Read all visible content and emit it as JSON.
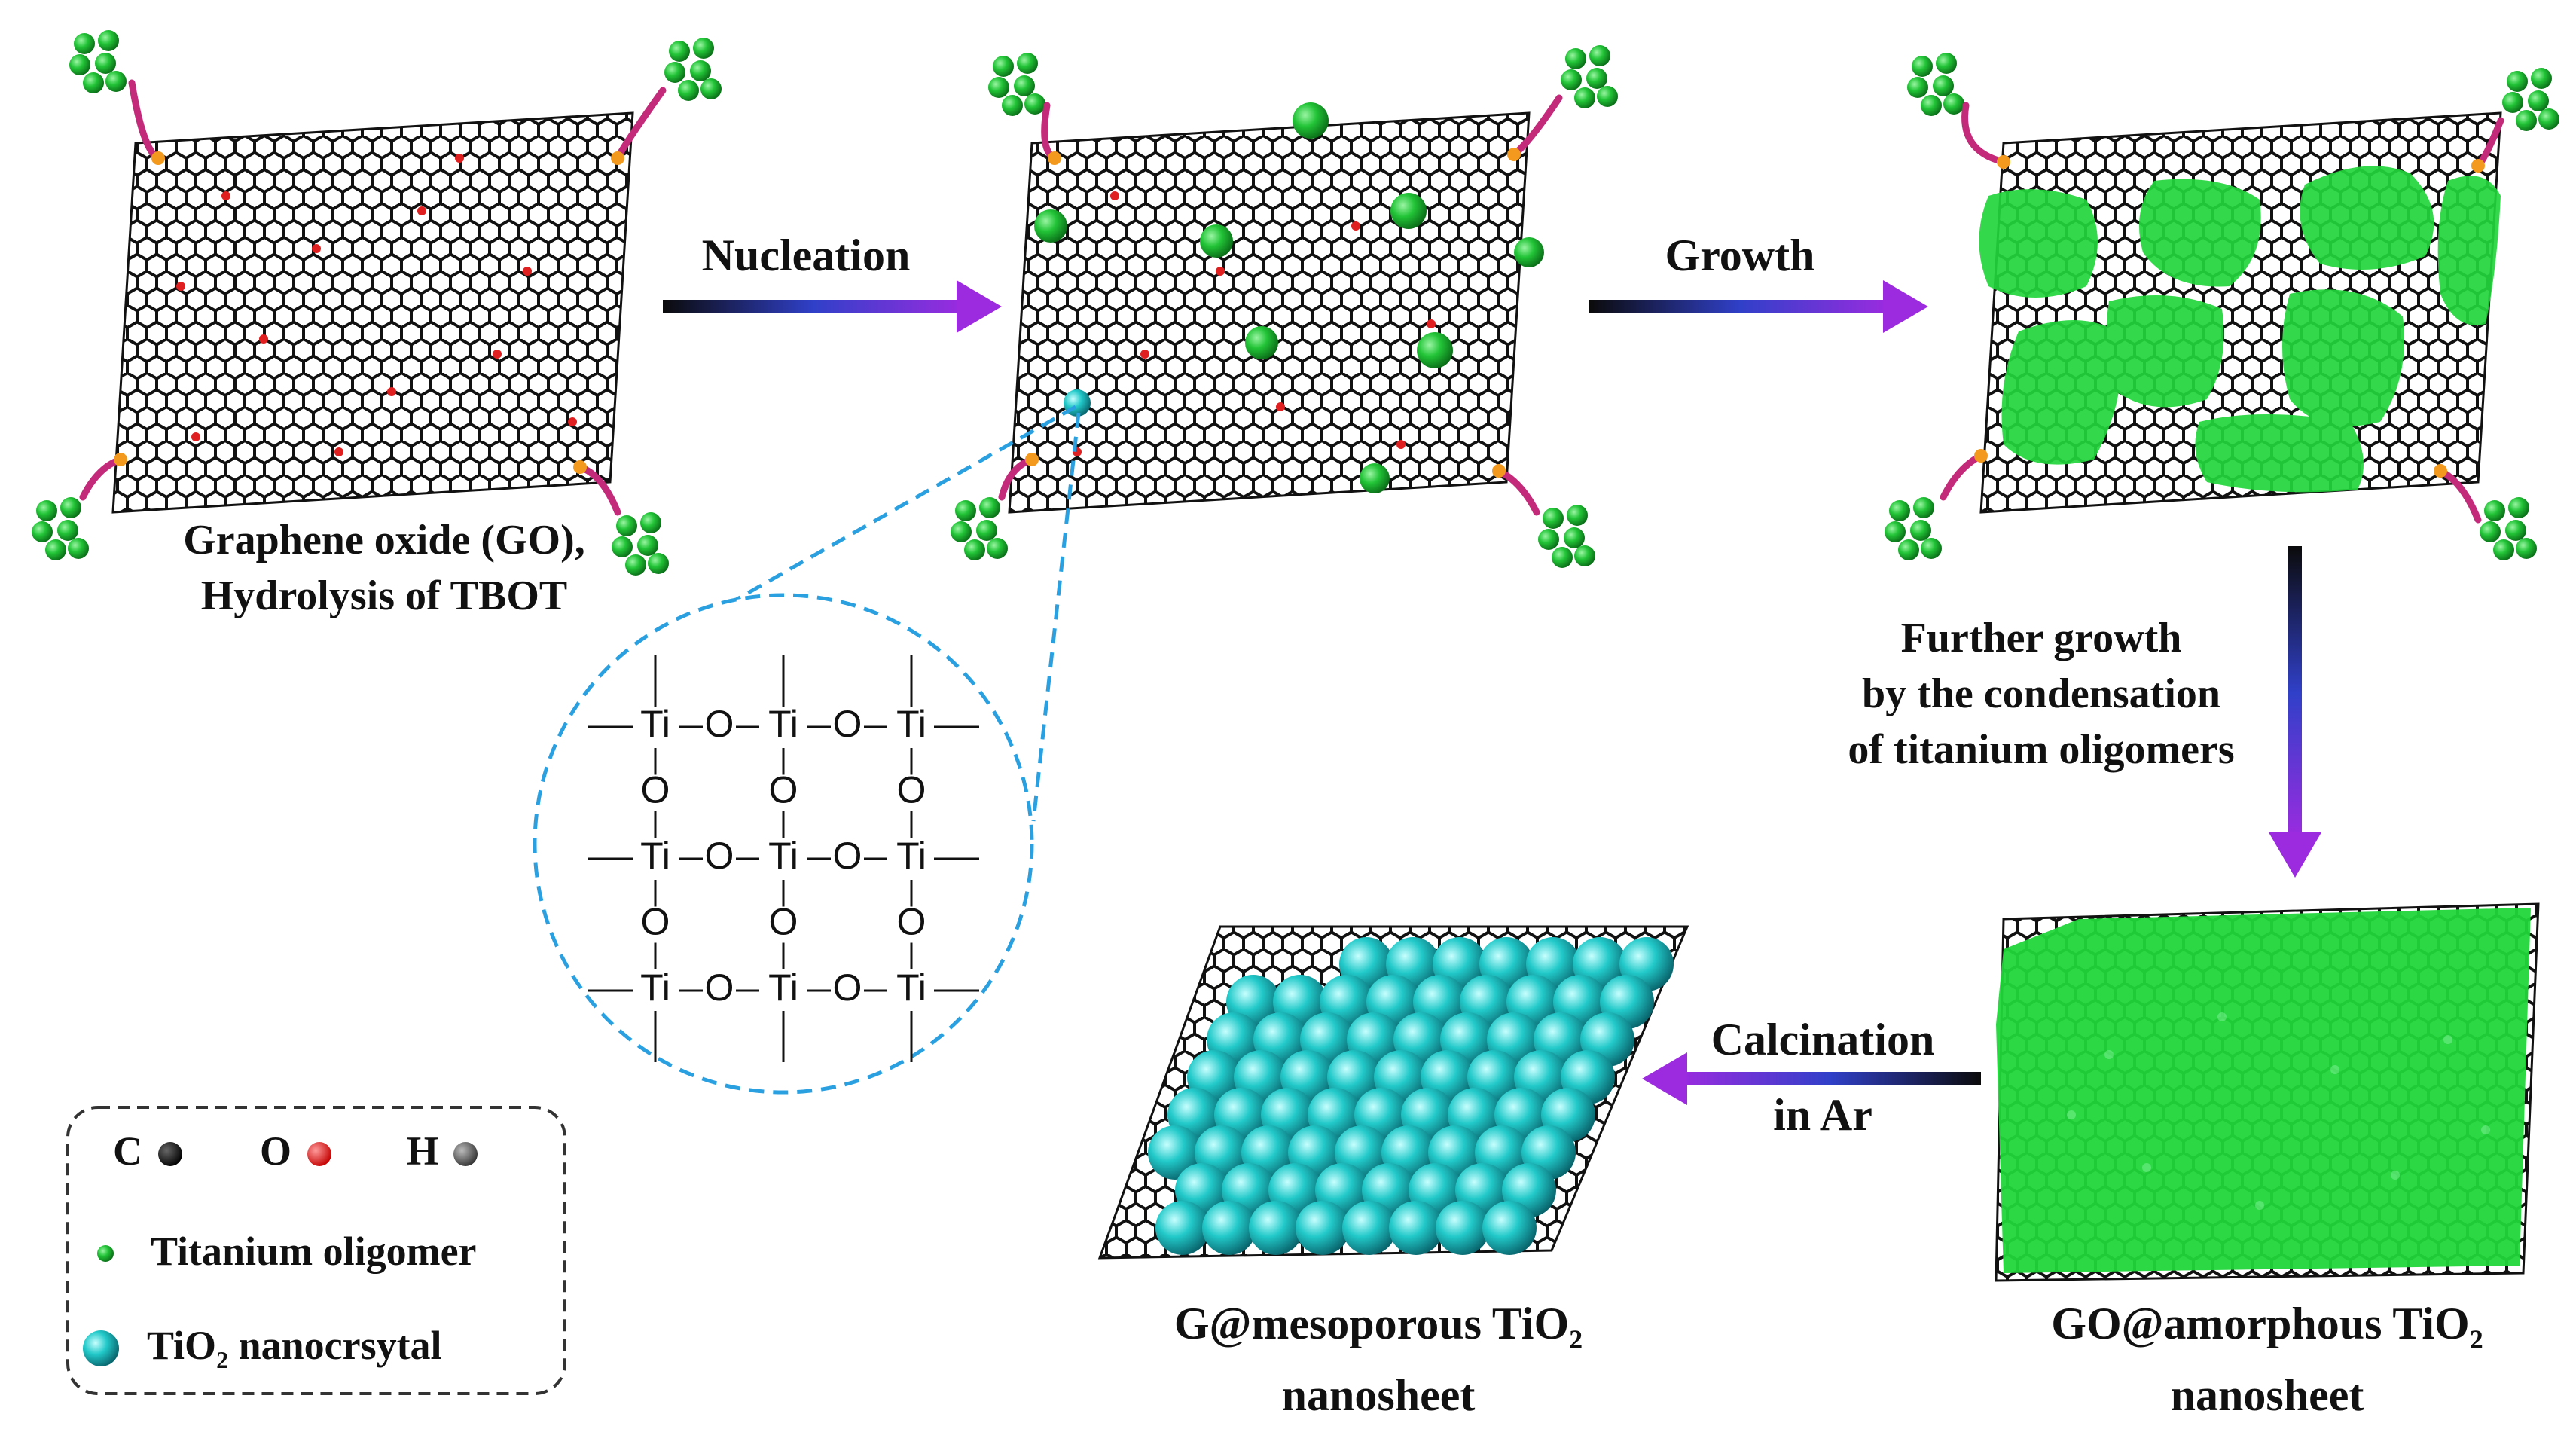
{
  "colors": {
    "carbon": "#000000",
    "oxygen": "#e02020",
    "hydrogen": "#4a4a4a",
    "oligomer_green": "#22c437",
    "oligomer_dark": "#0d7a1e",
    "tio2_cyan": "#22c9c9",
    "tio2_dark": "#0a7c86",
    "arrow_start": "#0b0b0b",
    "arrow_mid": "#3040c8",
    "arrow_end": "#9c2be0",
    "curve_orange": "#f39a1e",
    "curve_magenta": "#c42a7a",
    "callout_blue": "#2aa0e0",
    "legend_border": "#333333"
  },
  "steps": {
    "nucleation": "Nucleation",
    "growth": "Growth",
    "further_growth": [
      "Further growth",
      "by the condensation",
      "of titanium oligomers"
    ],
    "calcination": [
      "Calcination",
      "in Ar"
    ]
  },
  "captions": {
    "go": [
      "Graphene oxide (GO),",
      "Hydrolysis of TBOT"
    ],
    "mesoporous": {
      "line1_pre": "G@mesoporous TiO",
      "line1_sub": "2",
      "line2": "nanosheet"
    },
    "amorphous": {
      "line1_pre": "GO@amorphous TiO",
      "line1_sub": "2",
      "line2": "nanosheet"
    }
  },
  "legend": {
    "c": "C",
    "o": "O",
    "h": "H",
    "oligomer": "Titanium oligomer",
    "tio2_pre": "TiO",
    "tio2_sub": "2",
    "tio2_post": " nanocrsytal"
  },
  "zoom_structure": {
    "ti": "Ti",
    "o": "O"
  }
}
